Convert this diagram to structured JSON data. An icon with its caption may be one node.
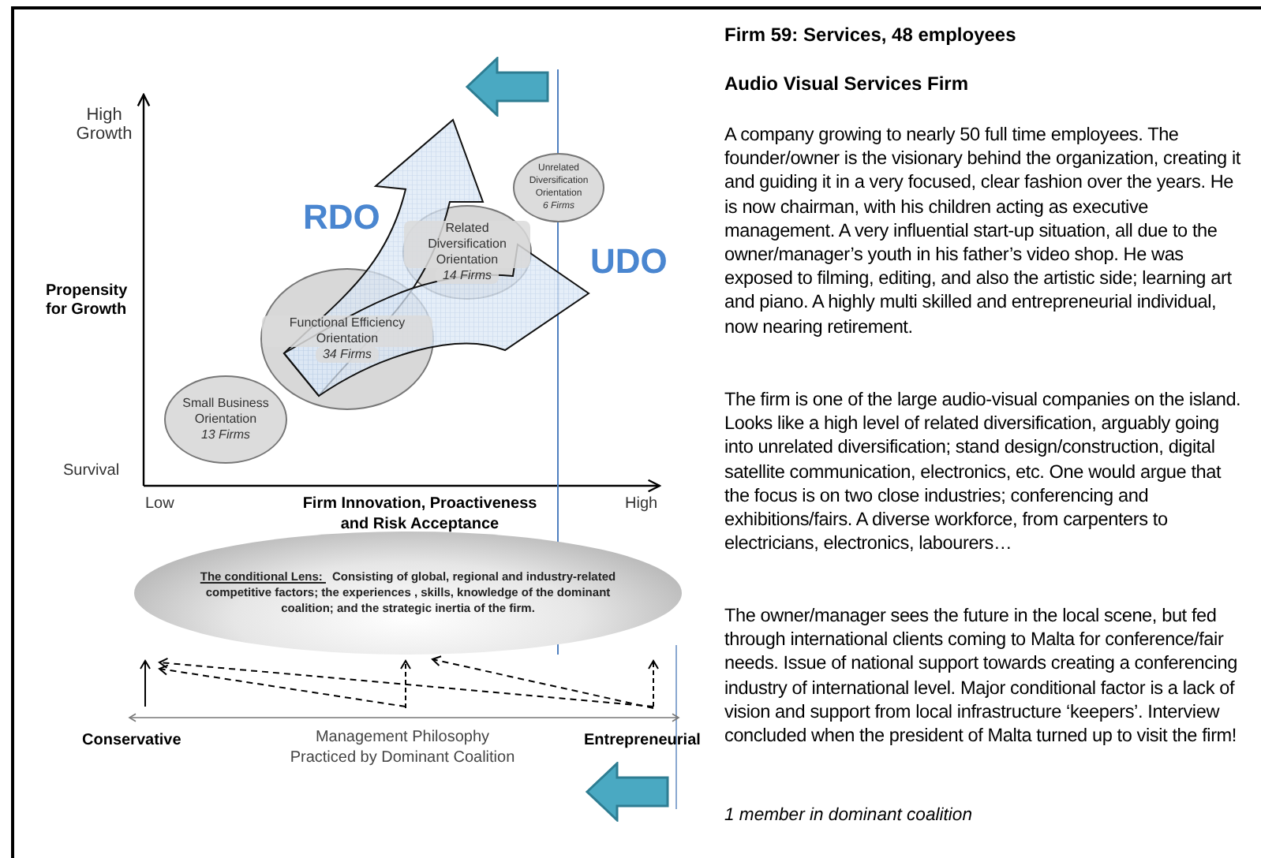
{
  "diagram": {
    "title": "Firm 59: Services, 48 employees",
    "nodes": [
      {
        "text": [
          "Small Business Orientation",
          "13 Firms"
        ]
      },
      {
        "text": [
          "Functional Efficiency Orientation",
          "34 Firms"
        ]
      },
      {
        "text": [
          "Related Diversification Orientation",
          "14 Firms"
        ]
      },
      {
        "text": [
          "Unrelated Diversification Orientation",
          "6 Firms"
        ]
      },
      {
        "text": [
          "The conditional Lens:",
          "Consisting of global, regional and industry-related competitive factors; the experiences , skills, knowledge of the dominant coalition; and the strategic inertia of the firm."
        ]
      }
    ],
    "labels": [
      "High Growth",
      "Propensity for Growth",
      "Survival",
      "Low",
      "Firm Innovation, Proactiveness and Risk Acceptance",
      "High",
      "RDO",
      "UDO",
      "Conservative",
      "Management Philosophy Practiced by Dominant Coalition",
      "Entrepreneurial",
      "Audio Visual Services Firm",
      "A company growing to nearly 50 full time employees. The founder/owner is the visionary behind the organization, creating it and guiding it in a very focused, clear fashion over the years. He is now chairman, with his children acting as executive management. A very influential start-up situation, all due to the owner/manager’s youth in his father’s video shop. He was exposed to filming, editing, and also the artistic side; learning art and piano. A highly multi skilled and entrepreneurial individual, now nearing retirement.",
      "The firm is one of the large audio-visual companies on the island. Looks like a high level of related diversification, arguably going into unrelated diversification; stand design/construction, digital satellite communication, electronics, etc. One would argue that the focus is on two close industries; conferencing and exhibitions/fairs. A diverse workforce, from carpenters to electricians, electronics, labourers…",
      "The owner/manager sees the future in the local scene, but fed through international clients coming to Malta for conference/fair needs. Issue of national support towards creating a conferencing industry of international level. Major conditional factor is a lack of vision and support from local infrastructure ‘keepers’. Interview concluded when the president of Malta turned up to visit the firm!",
      "1 member in dominant coalition"
    ]
  }
}
